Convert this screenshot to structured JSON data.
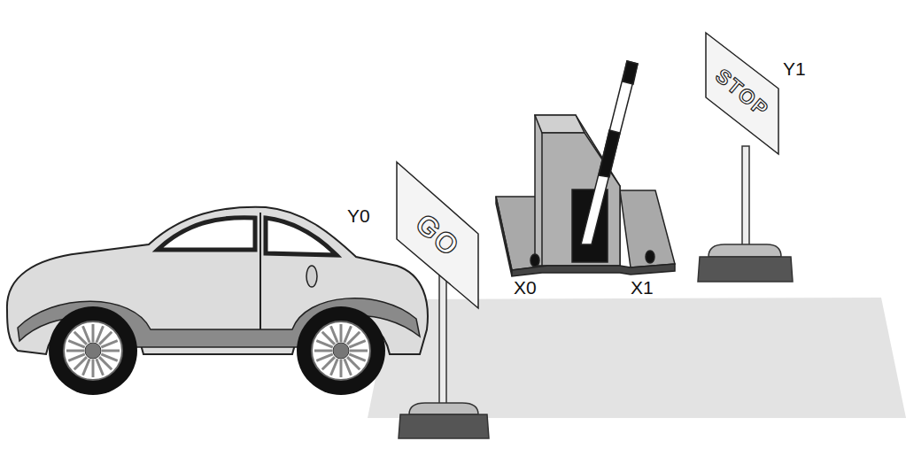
{
  "diagram": {
    "nodes": [
      {
        "text": [
          "GO"
        ]
      },
      {
        "text": [
          "STOP"
        ]
      }
    ],
    "labels": [
      "Y0",
      "X0",
      "X1",
      "Y1"
    ]
  }
}
